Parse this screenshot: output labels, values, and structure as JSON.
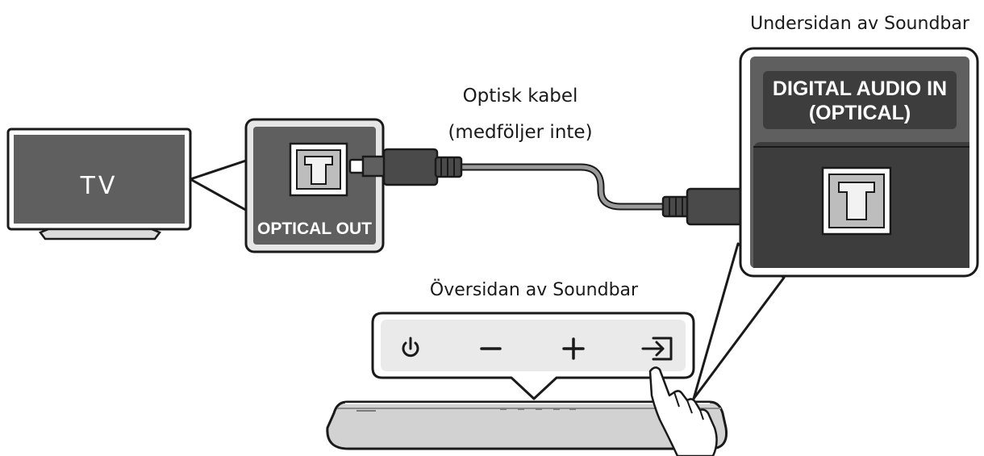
{
  "tv": {
    "label": "TV"
  },
  "tv_port": {
    "label": "OPTICAL OUT"
  },
  "cable": {
    "label_line1": "Optisk kabel",
    "label_line2": "(medföljer inte)"
  },
  "soundbar_bottom": {
    "caption": "Undersidan av Soundbar",
    "port_label_line1": "DIGITAL AUDIO IN",
    "port_label_line2": "(OPTICAL)"
  },
  "soundbar_top": {
    "caption": "Översidan av Soundbar",
    "buttons": [
      {
        "name": "power",
        "icon": "power-icon"
      },
      {
        "name": "volume-down",
        "icon": "minus-icon"
      },
      {
        "name": "volume-up",
        "icon": "plus-icon"
      },
      {
        "name": "source",
        "icon": "source-input-icon"
      }
    ]
  },
  "colors": {
    "panel_gray": "#5f5f5f",
    "panel_dark": "#3d3d3d",
    "callout_fill": "#eaeaea",
    "outline": "#1a1a1a",
    "cable": "#9a9a9a"
  }
}
